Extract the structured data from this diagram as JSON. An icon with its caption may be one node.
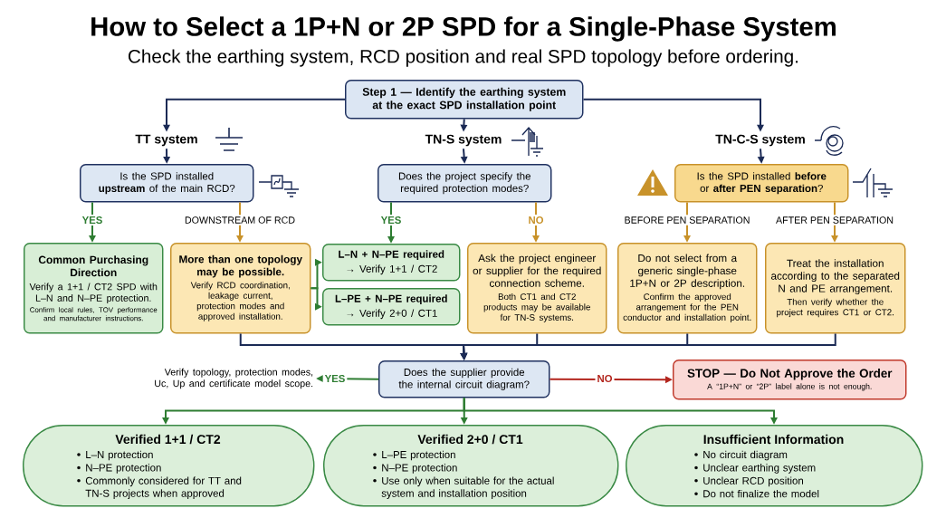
{
  "diagram": {
    "title": "How to Select a 1P+N or 2P SPD for a Single-Phase System",
    "nodes": [
      {
        "text": [
          "Step 1 — Identify the earthing system at the exact SPD installation point"
        ]
      },
      {
        "text": [
          "TT system"
        ]
      },
      {
        "text": [
          "TN-S system"
        ]
      },
      {
        "text": [
          "TN-C-S system"
        ]
      },
      {
        "text": [
          "Is the SPD installed **upstream** of the main RCD?"
        ]
      },
      {
        "text": [
          "Does the project specify the required protection modes?"
        ]
      },
      {
        "text": [
          "Is the SPD installed **before** or **after PEN separation**?"
        ]
      },
      {
        "text": [
          "Common Purchasing Direction",
          "Verify a 1+1 / CT2 SPD with L–N and N–PE protection.",
          "Confirm local rules, TOV performance and manufacturer instructions."
        ]
      },
      {
        "text": [
          "More than one topology may be possible.",
          "Verify RCD coordination, leakage current, protection modes and approved installation."
        ]
      },
      {
        "text": [
          "L–N + N–PE required",
          "→ Verify 1+1 / CT2"
        ]
      },
      {
        "text": [
          "L–PE + N–PE required",
          "→ Verify 2+0 / CT1"
        ]
      },
      {
        "text": [
          "Ask the project engineer or supplier for the required connection scheme.",
          "Both CT1 and CT2 products may be available for TN-S systems."
        ]
      },
      {
        "text": [
          "Do not select from a generic single-phase 1P+N or 2P description.",
          "Confirm the approved arrangement for the PEN conductor and installation point."
        ]
      },
      {
        "text": [
          "Treat the installation according to the separated N and PE arrangement.",
          "Then verify whether the project requires CT1 or CT2."
        ]
      },
      {
        "text": [
          "Does the supplier provide the internal circuit diagram?"
        ]
      },
      {
        "text": [
          "Verify topology, protection modes, Uc, Up and certificate model scope."
        ]
      },
      {
        "text": [
          "STOP — Do Not Approve the Order",
          "A “1P+N” or “2P” label alone is not enough."
        ]
      },
      {
        "text": [
          "Verified 1+1 / CT2",
          "L–N protection",
          "N–PE protection",
          "Commonly considered for TT and TN-S projects when approved"
        ]
      },
      {
        "text": [
          "Verified 2+0 / CT1",
          "L–PE protection",
          "N–PE protection",
          "Use only when suitable for the actual system and installation position"
        ]
      },
      {
        "text": [
          "Insufficient Information",
          "No circuit diagram",
          "Unclear earthing system",
          "Unclear RCD position",
          "Do not finalize the model"
        ]
      }
    ],
    "edges": [
      {
        "from": 0,
        "to": 1,
        "arrow": "to"
      },
      {
        "from": 0,
        "to": 2,
        "arrow": "to"
      },
      {
        "from": 0,
        "to": 3,
        "arrow": "to"
      },
      {
        "from": 1,
        "to": 4,
        "arrow": "to"
      },
      {
        "from": 2,
        "to": 5,
        "arrow": "to"
      },
      {
        "from": 3,
        "to": 6,
        "arrow": "to"
      },
      {
        "from": 4,
        "to": 7,
        "arrow": "to",
        "label": "YES",
        "color": "#2e7d32"
      },
      {
        "from": 4,
        "to": 8,
        "arrow": "to",
        "label": "DOWNSTREAM OF RCD",
        "color": "#c8922a"
      },
      {
        "from": 5,
        "to": 9,
        "arrow": "to",
        "label": "YES",
        "color": "#2e7d32"
      },
      {
        "from": 5,
        "to": 11,
        "arrow": "to",
        "label": "NO",
        "color": "#c8922a"
      },
      {
        "from": 6,
        "to": 12,
        "arrow": "to",
        "label": "BEFORE PEN SEPARATION",
        "color": "#c8922a"
      },
      {
        "from": 6,
        "to": 13,
        "arrow": "to",
        "label": "AFTER PEN SEPARATION",
        "color": "#c8922a"
      },
      {
        "from": 8,
        "to": 9,
        "arrow": "to",
        "color": "#2e7d32"
      },
      {
        "from": 8,
        "to": 10,
        "arrow": "to",
        "color": "#2e7d32"
      },
      {
        "from": 8,
        "to": 14,
        "arrow": "to"
      },
      {
        "from": 11,
        "to": 14,
        "arrow": "to"
      },
      {
        "from": 12,
        "to": 14,
        "arrow": "to"
      },
      {
        "from": 13,
        "to": 14,
        "arrow": "to"
      },
      {
        "from": 14,
        "to": 15,
        "arrow": "to",
        "label": "YES",
        "color": "#2e7d32"
      },
      {
        "from": 14,
        "to": 16,
        "arrow": "to",
        "label": "NO",
        "color": "#b3261e"
      },
      {
        "from": 14,
        "to": 17,
        "arrow": "to",
        "color": "#2e7d32"
      },
      {
        "from": 14,
        "to": 18,
        "arrow": "to",
        "color": "#2e7d32"
      },
      {
        "from": 14,
        "to": 19,
        "arrow": "to",
        "color": "#2e7d32"
      }
    ],
    "labels": [
      "Check the earthing system, RCD position and real SPD topology before ordering."
    ]
  }
}
